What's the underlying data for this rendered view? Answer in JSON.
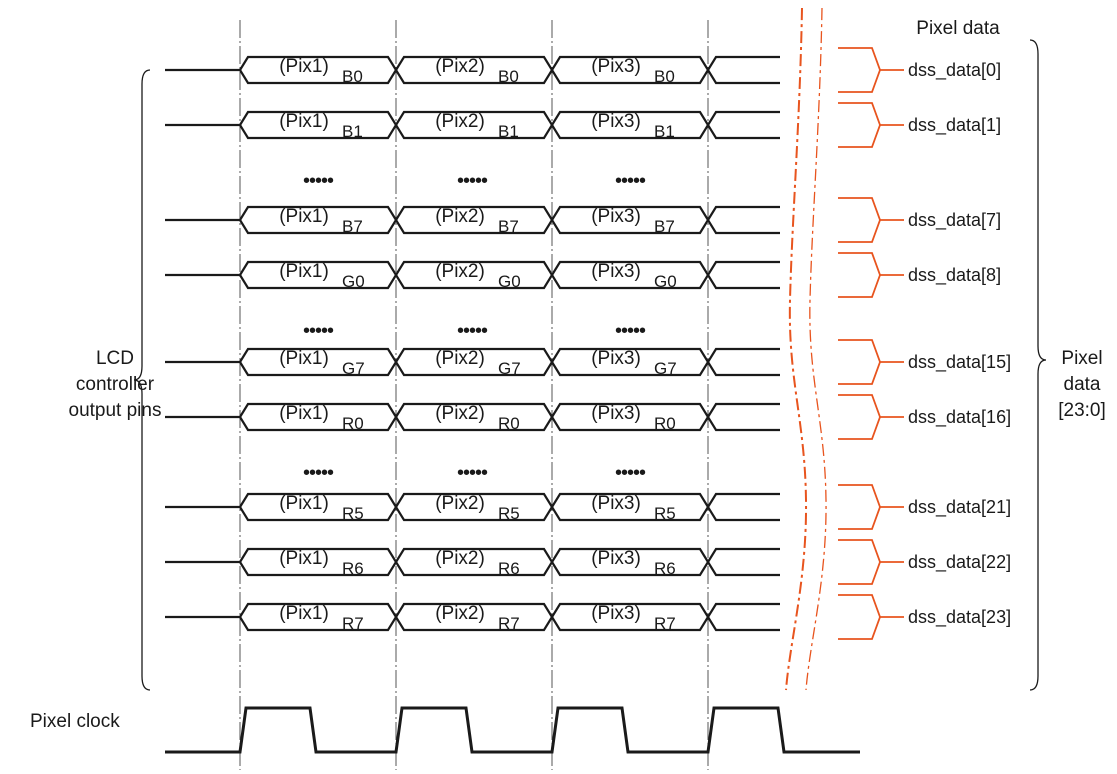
{
  "title": "Pixel data",
  "left_label": [
    "LCD",
    "controller",
    "output pins"
  ],
  "right_label": [
    "Pixel",
    "data",
    "[23:0]"
  ],
  "clock_label": "Pixel clock",
  "pixels": [
    "(Pix1)",
    "(Pix2)",
    "(Pix3)"
  ],
  "ellipsis": "•••••",
  "rows": [
    {
      "bit": "B0",
      "signal": "dss_data[0]"
    },
    {
      "bit": "B1",
      "signal": "dss_data[1]"
    },
    {
      "ellipsis": true
    },
    {
      "bit": "B7",
      "signal": "dss_data[7]"
    },
    {
      "bit": "G0",
      "signal": "dss_data[8]"
    },
    {
      "ellipsis": true
    },
    {
      "bit": "G7",
      "signal": "dss_data[15]"
    },
    {
      "bit": "R0",
      "signal": "dss_data[16]"
    },
    {
      "ellipsis": true
    },
    {
      "bit": "R5",
      "signal": "dss_data[21]"
    },
    {
      "bit": "R6",
      "signal": "dss_data[22]"
    },
    {
      "bit": "R7",
      "signal": "dss_data[23]"
    }
  ],
  "colors": {
    "wave": "#1a1a1a",
    "accent": "#e8541e"
  }
}
